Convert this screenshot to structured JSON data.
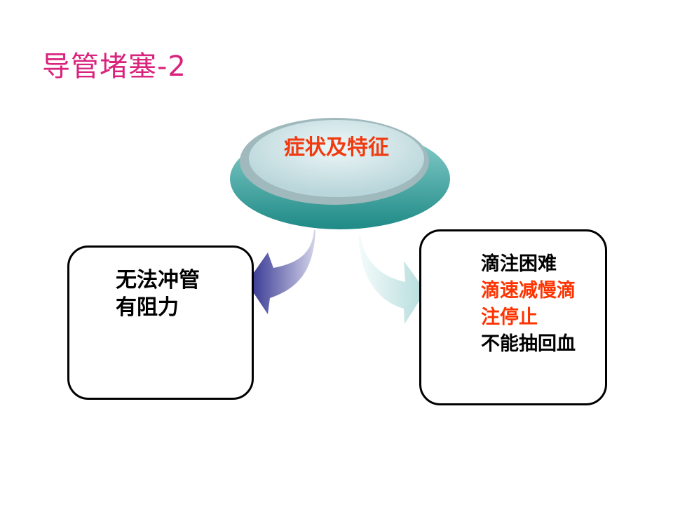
{
  "title": "导管堵塞-2",
  "center": {
    "label": "症状及特征"
  },
  "left_box": {
    "lines": [
      "无法冲管",
      "有阻力"
    ]
  },
  "right_box": {
    "lines": [
      {
        "text": "滴注困难",
        "color": "#000000"
      },
      {
        "text": "滴速减慢滴",
        "color": "#ff3300"
      },
      {
        "text": "注停止",
        "color": "#ff3300"
      },
      {
        "text": "不能抽回血",
        "color": "#000000"
      }
    ]
  },
  "colors": {
    "title": "#d9237d",
    "center_label": "#f03a10",
    "highlight": "#ff3300"
  }
}
